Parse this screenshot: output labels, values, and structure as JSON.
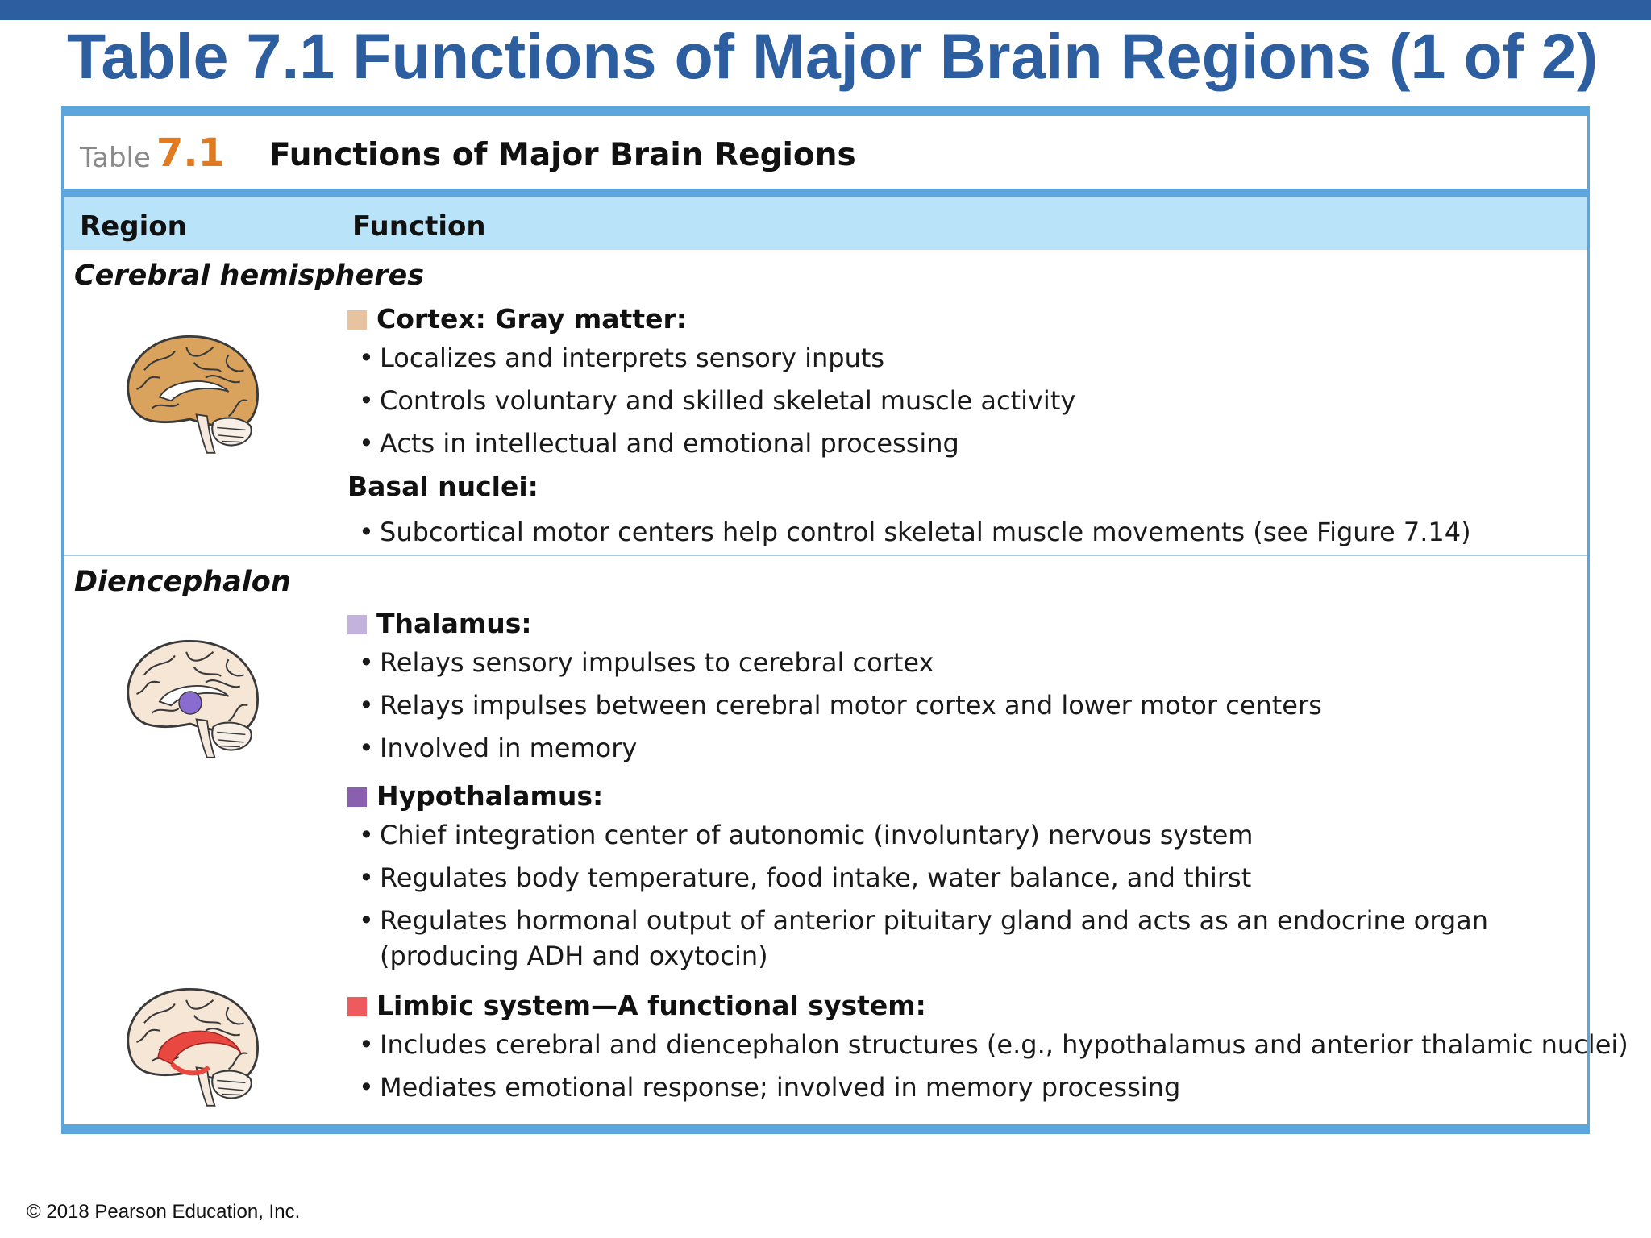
{
  "slide": {
    "title": "Table 7.1 Functions of Major Brain Regions (1 of 2)",
    "copyright": "© 2018 Pearson Education, Inc."
  },
  "table": {
    "label_word": "Table",
    "label_number": "7.1",
    "caption": "Functions of Major Brain Regions",
    "headers": {
      "region": "Region",
      "function": "Function"
    },
    "bullet_glyph": "•",
    "regions": [
      {
        "name": "Cerebral hemispheres",
        "illustration": "brain-cortex-highlight-icon",
        "sections": [
          {
            "heading": "Cortex: Gray matter:",
            "swatch_color": "#e7c3a0",
            "items": [
              "Localizes and interprets sensory inputs",
              "Controls voluntary and skilled skeletal muscle activity",
              "Acts in intellectual and emotional processing"
            ]
          },
          {
            "heading": "Basal nuclei:",
            "swatch_color": null,
            "items": [
              "Subcortical motor centers help control skeletal muscle movements (see Figure 7.14)"
            ]
          }
        ]
      },
      {
        "name": "Diencephalon",
        "illustration": "brain-thalamus-highlight-icon",
        "sections": [
          {
            "heading": "Thalamus:",
            "swatch_color": "#c2b2dc",
            "items": [
              "Relays sensory impulses to cerebral cortex",
              "Relays impulses between cerebral motor cortex and lower motor centers",
              "Involved in memory"
            ]
          },
          {
            "heading": "Hypothalamus:",
            "swatch_color": "#8b5fb0",
            "items": [
              "Chief integration center of autonomic (involuntary) nervous system",
              "Regulates body temperature, food intake, water balance, and thirst",
              "Regulates hormonal output of anterior pituitary gland and acts as an endocrine organ",
              "(producing ADH and oxytocin)"
            ]
          },
          {
            "heading": "Limbic system—A functional system:",
            "swatch_color": "#ee5a5e",
            "illustration": "brain-limbic-highlight-icon",
            "items": [
              "Includes cerebral and diencephalon structures (e.g., hypothalamus and anterior thalamic nuclei)",
              "Mediates emotional response; involved in memory processing"
            ]
          }
        ]
      }
    ]
  }
}
